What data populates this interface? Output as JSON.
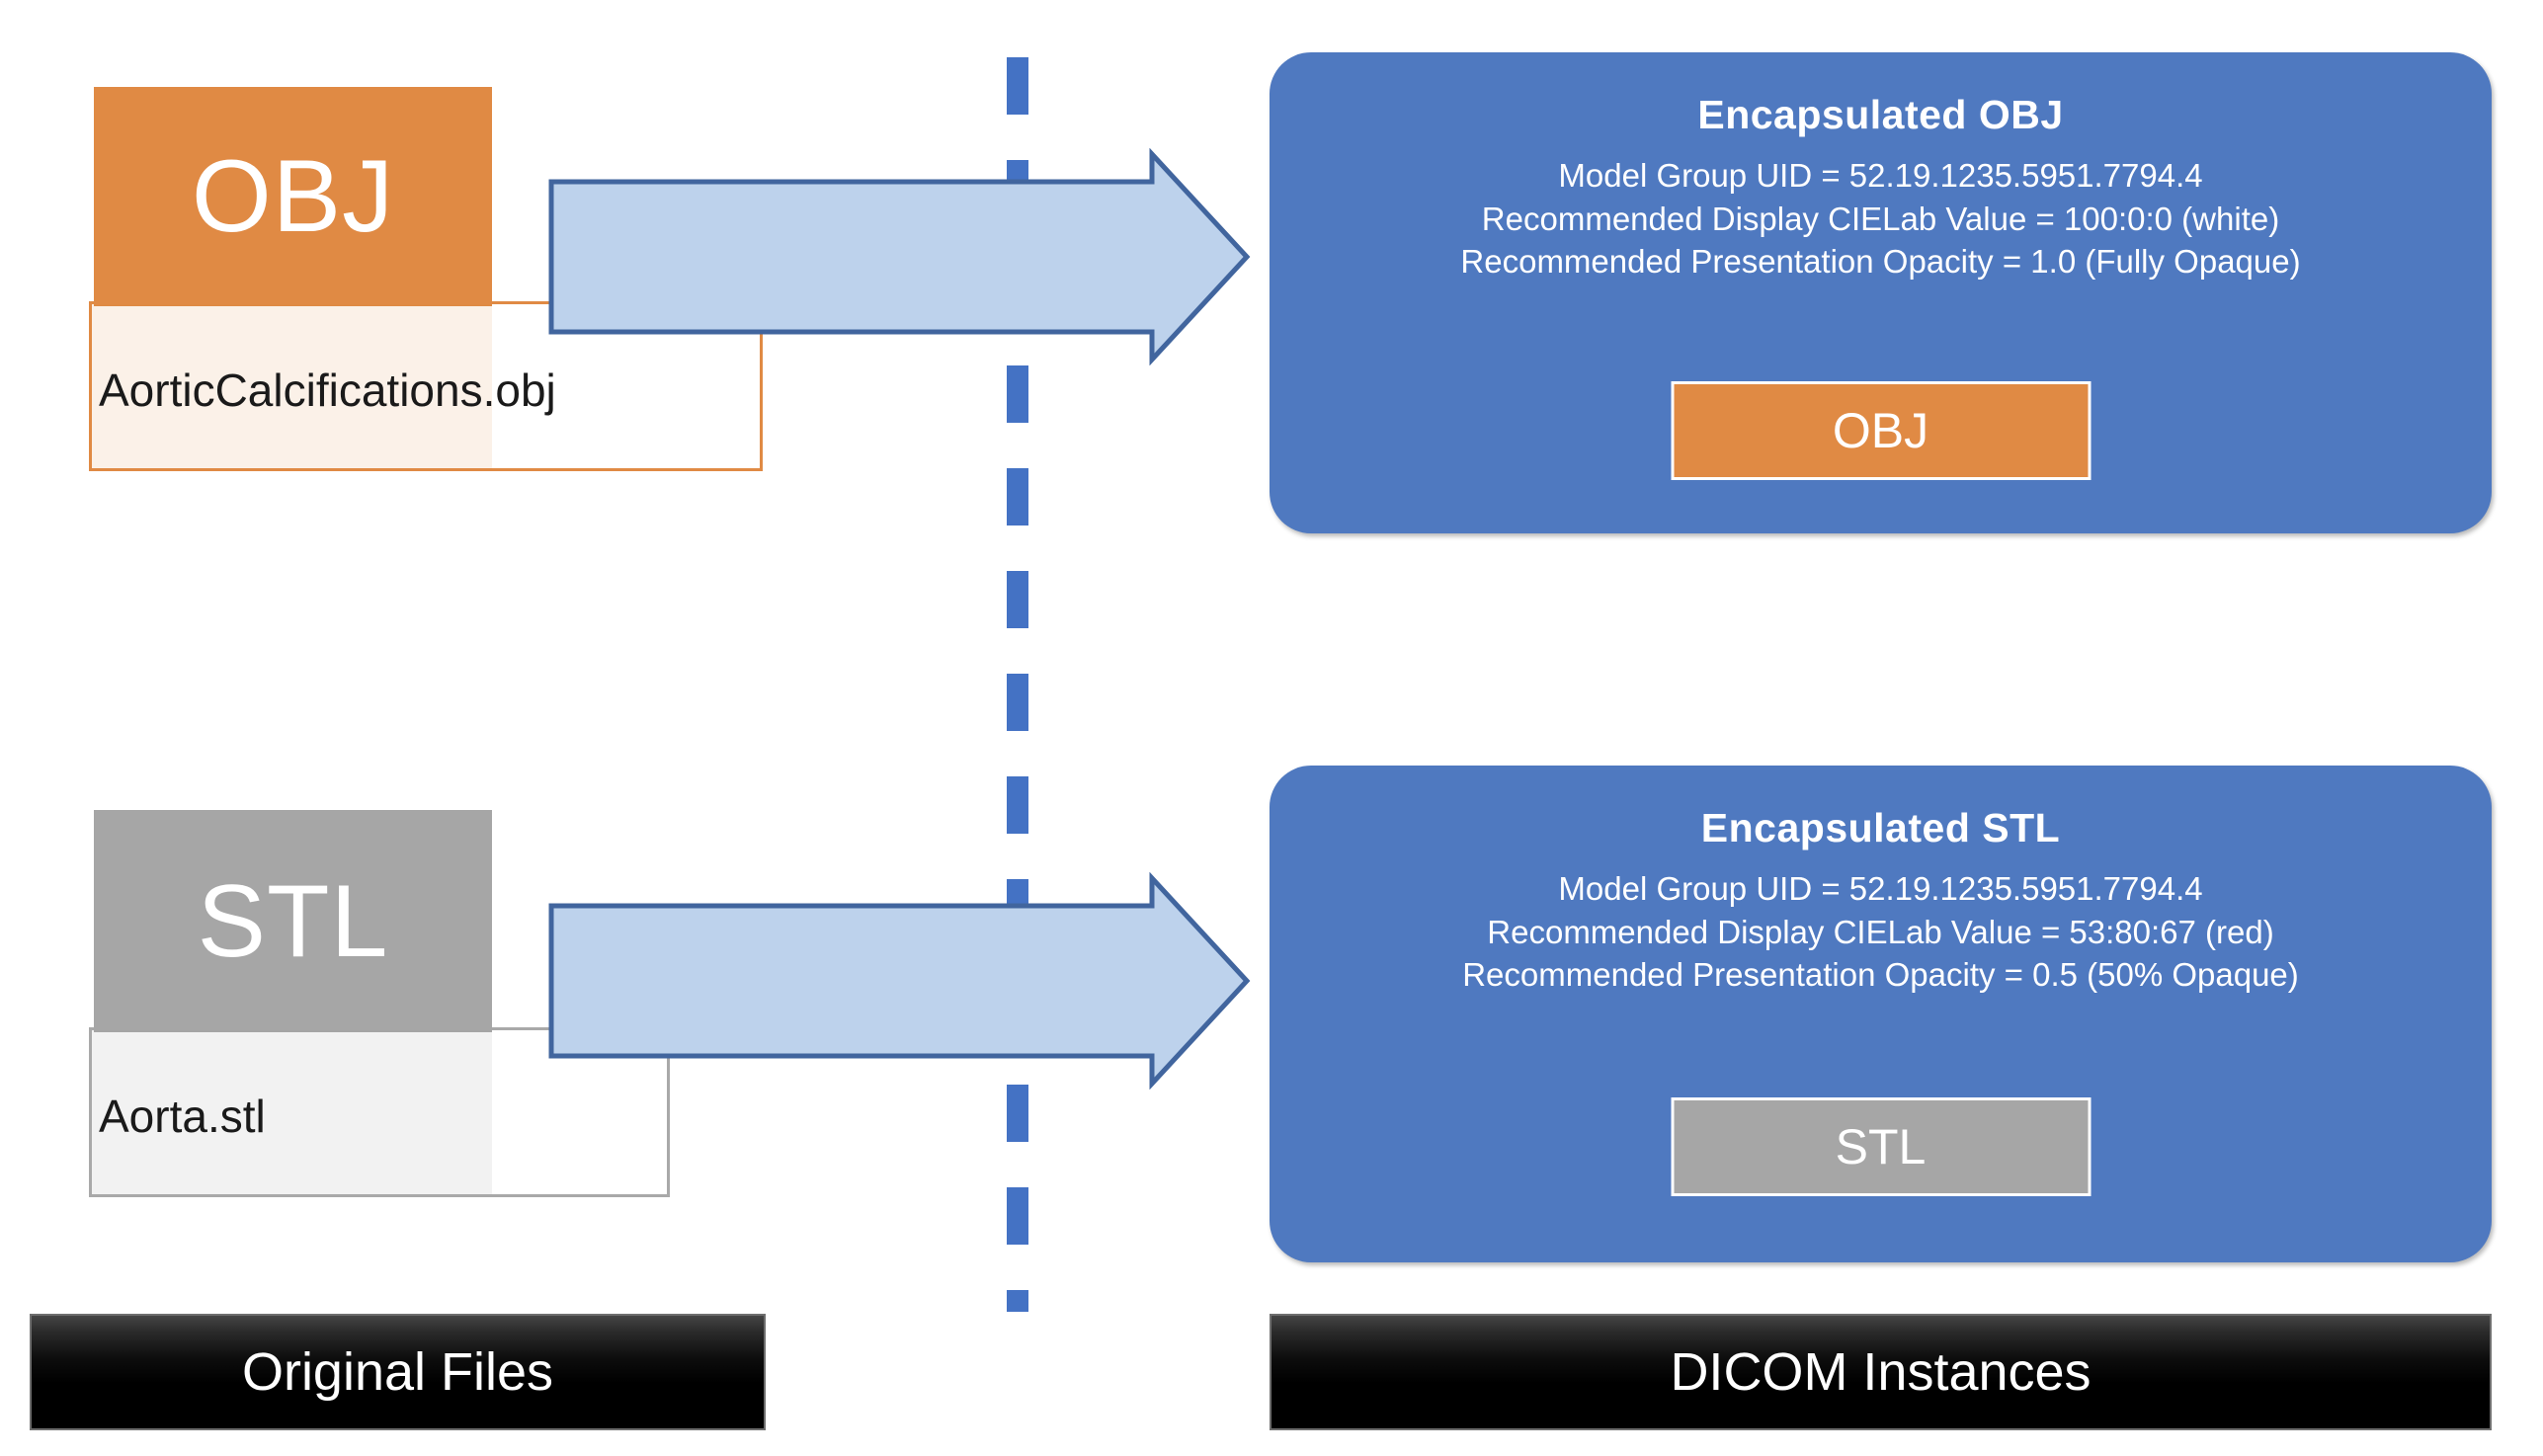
{
  "diagram": {
    "title_visible": false,
    "colors": {
      "orange": "#E08A44",
      "gray": "#A6A6A6",
      "panel_blue": "#4F79C0",
      "arrow_fill": "#BDD2EC",
      "arrow_stroke": "#41659E",
      "divider_blue": "#4472C4",
      "caption_black": "#000000"
    }
  },
  "left_column": {
    "caption": "Original Files",
    "files": [
      {
        "ext_label": "OBJ",
        "filename": "AorticCalcifications.obj",
        "accent": "#E08A44"
      },
      {
        "ext_label": "STL",
        "filename": "Aorta.stl",
        "accent": "#A6A6A6"
      }
    ]
  },
  "right_column": {
    "caption": "DICOM Instances",
    "panels": [
      {
        "title": "Encapsulated  OBJ",
        "lines": [
          "Model Group UID = 52.19.1235.5951.7794.4",
          "Recommended Display CIELab Value = 100:0:0  (white)",
          "Recommended Presentation Opacity = 1.0 (Fully Opaque)"
        ],
        "badge_label": "OBJ",
        "badge_color": "#E08A44",
        "model_group_uid": "52.19.1235.5951.7794.4",
        "cielab_value": "100:0:0",
        "cielab_name": "white",
        "opacity_value": "1.0",
        "opacity_name": "Fully Opaque"
      },
      {
        "title": "Encapsulated  STL",
        "lines": [
          "Model Group UID = 52.19.1235.5951.7794.4",
          "Recommended Display CIELab Value = 53:80:67  (red)",
          "Recommended Presentation Opacity = 0.5 (50% Opaque)"
        ],
        "badge_label": "STL",
        "badge_color": "#A6A6A6",
        "model_group_uid": "52.19.1235.5951.7794.4",
        "cielab_value": "53:80:67",
        "cielab_name": "red",
        "opacity_value": "0.5",
        "opacity_name": "50% Opaque"
      }
    ]
  },
  "arrows": [
    {
      "name": "obj-conversion-arrow",
      "direction": "right"
    },
    {
      "name": "stl-conversion-arrow",
      "direction": "right"
    }
  ]
}
